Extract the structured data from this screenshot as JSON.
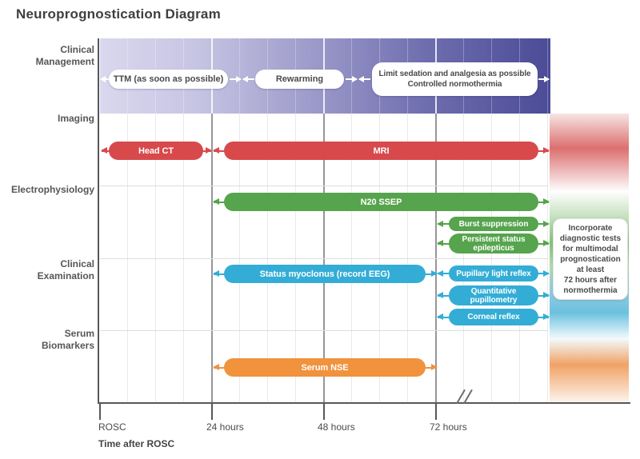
{
  "title": "Neuroprognostication Diagram",
  "rows": [
    {
      "label": "Clinical\nManagement"
    },
    {
      "label": "Imaging"
    },
    {
      "label": "Electrophysiology"
    },
    {
      "label": "Clinical\nExamination"
    },
    {
      "label": "Serum\nBiomarkers"
    }
  ],
  "clinical_management_band": {
    "ttm": "TTM (as soon as possible)",
    "rewarming": "Rewarming",
    "limit_sedation": "Limit sedation and analgesia as possible\nControlled normothermia"
  },
  "bars": {
    "head_ct": {
      "label": "Head CT",
      "row": "Imaging",
      "from": "ROSC",
      "to": "24 hours"
    },
    "mri": {
      "label": "MRI",
      "row": "Imaging",
      "from": "24 hours",
      "to": "end"
    },
    "n20_ssep": {
      "label": "N20 SSEP",
      "row": "Electrophysiology",
      "from": "24 hours",
      "to": "end"
    },
    "burst_suppression": {
      "label": "Burst suppression",
      "row": "Electrophysiology",
      "from": "72 hours",
      "to": "end"
    },
    "persistent_status_epilepticus": {
      "label": "Persistent status\nepilepticus",
      "row": "Electrophysiology",
      "from": "72 hours",
      "to": "end"
    },
    "status_myoclonus": {
      "label": "Status myoclonus (record EEG)",
      "row": "Clinical Examination",
      "from": "24 hours",
      "to": "72 hours"
    },
    "pupillary_light_reflex": {
      "label": "Pupillary light reflex",
      "row": "Clinical Examination",
      "from": "72 hours",
      "to": "end"
    },
    "quantitative_pupillometry": {
      "label": "Quantitative\npupillometry",
      "row": "Clinical Examination",
      "from": "72 hours",
      "to": "end"
    },
    "corneal_reflex": {
      "label": "Corneal reflex",
      "row": "Clinical Examination",
      "from": "72 hours",
      "to": "end"
    },
    "serum_nse": {
      "label": "Serum NSE",
      "row": "Serum Biomarkers",
      "from": "24 hours",
      "to": "72 hours"
    }
  },
  "note": "Incorporate\ndiagnostic tests\nfor multimodal\nprognostication\nat least\n72 hours after\nnormothermia",
  "axis": {
    "ticks": [
      "ROSC",
      "24 hours",
      "48 hours",
      "72 hours"
    ],
    "caption": "Time after ROSC",
    "break_symbol": "//"
  },
  "colors": {
    "imaging": "#d8494c",
    "electrophysiology": "#56a44d",
    "clinical_examination": "#33add6",
    "serum_biomarkers": "#f1923d",
    "management_band_light": "#dad8ee",
    "management_band_dark": "#4b4b97"
  }
}
